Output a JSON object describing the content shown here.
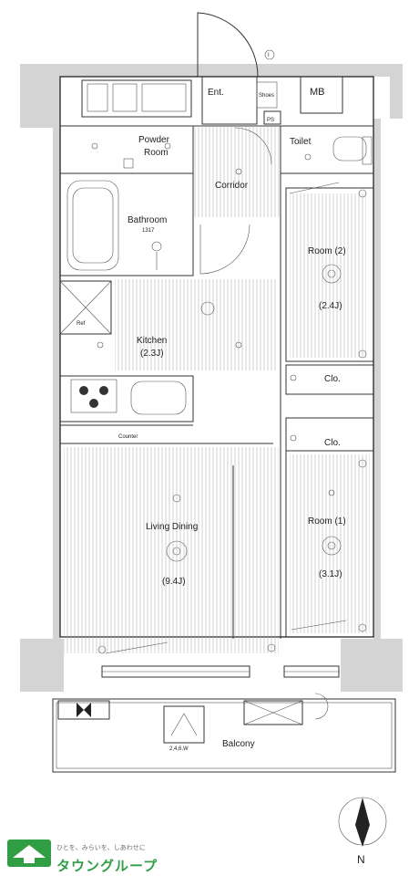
{
  "rooms": {
    "entrance": "Ent.",
    "meter_box": "MB",
    "shoe_storage": "Shoes",
    "ps": "PS",
    "powder_room_line1": "Powder",
    "powder_room_line2": "Room",
    "toilet": "Toilet",
    "corridor": "Corridor",
    "bathroom": "Bathroom",
    "bathroom_size": "1317",
    "room2": "Room (2)",
    "room2_size": "(2.4J)",
    "kitchen": "Kitchen",
    "kitchen_size": "(2.3J)",
    "refrigerator": "Ref",
    "closet_upper": "Clo.",
    "closet_lower": "Clo.",
    "counter": "Counter",
    "living_dining": "Living Dining",
    "living_dining_size": "(9.4J)",
    "room1": "Room (1)",
    "room1_size": "(3.1J)",
    "balcony": "Balcony",
    "hatch_note": "2,4,6,W",
    "compass": "N"
  },
  "logo": {
    "name": "タウングループ",
    "slogan": "ひとを、みらいを、しあわせに"
  },
  "colors": {
    "wall": "#d4d4d4",
    "logo_green": "#2f9e44"
  }
}
